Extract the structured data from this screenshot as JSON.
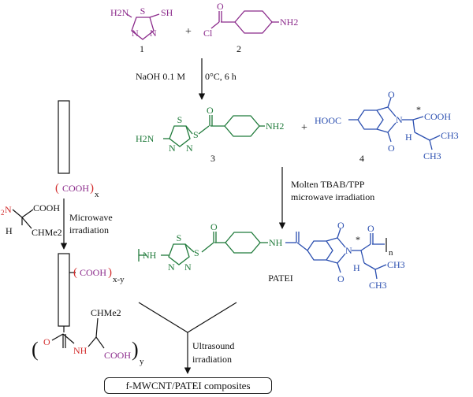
{
  "compounds": {
    "c1": {
      "number": "1",
      "sh": "SH",
      "nh2": "H2N",
      "s": "S",
      "n1": "N",
      "n2": "N"
    },
    "c2": {
      "number": "2",
      "o": "O",
      "cl": "Cl",
      "nh2": "NH2"
    },
    "plus1": "+",
    "c3": {
      "number": "3",
      "h2n": "H2N",
      "s1": "S",
      "s2": "S",
      "o": "O",
      "nh2": "NH2",
      "n1": "N",
      "n2": "N"
    },
    "plus2": "+",
    "c4": {
      "number": "4",
      "hooc": "HOOC",
      "o1": "O",
      "o2": "O",
      "n": "N",
      "star": "*",
      "cooh": "COOH",
      "h": "H",
      "ch3a": "CH3",
      "ch3b": "CH3"
    }
  },
  "conditions": {
    "step1_reagent": "NaOH 0.1 M",
    "step1_cond": "0°C, 6 h",
    "step2_line1": "Molten TBAB/TPP",
    "step2_line2": "microwave irradiation",
    "mw_line1": "Microwave",
    "mw_line2": "irradiation",
    "us_line1": "Ultrasound",
    "us_line2": "irradiation"
  },
  "cnt": {
    "cooh_x": "COOH",
    "sub_x": "x",
    "cooh_xy": "COOH",
    "sub_xy": "x-y",
    "amino_acid_n": "N",
    "amino_acid_2": "2",
    "amino_acid_cooh": "COOH",
    "amino_acid_h": "H",
    "amino_acid_chme2": "CHMe2",
    "amide_o": "O",
    "amide_nh": "NH",
    "amide_chme2": "CHMe2",
    "amide_cooh": "COOH",
    "sub_y": "y"
  },
  "polymer": {
    "name": "PATEI",
    "nh_left": "NH",
    "s1": "S",
    "s2": "S",
    "n1": "N",
    "n2": "N",
    "o_carbonyl": "O",
    "nh_right": "NH",
    "o_imide1": "O",
    "o_imide2": "O",
    "n_imide": "N",
    "star": "*",
    "o_end": "O",
    "h": "H",
    "ch3a": "CH3",
    "ch3b": "CH3",
    "sub_n": "n"
  },
  "product": "f-MWCNT/PATEI composites",
  "colors": {
    "purple": "#8b2a8b",
    "green": "#1f7a3a",
    "blue": "#2b4fb0",
    "red": "#d32f2f",
    "black": "#111111"
  }
}
